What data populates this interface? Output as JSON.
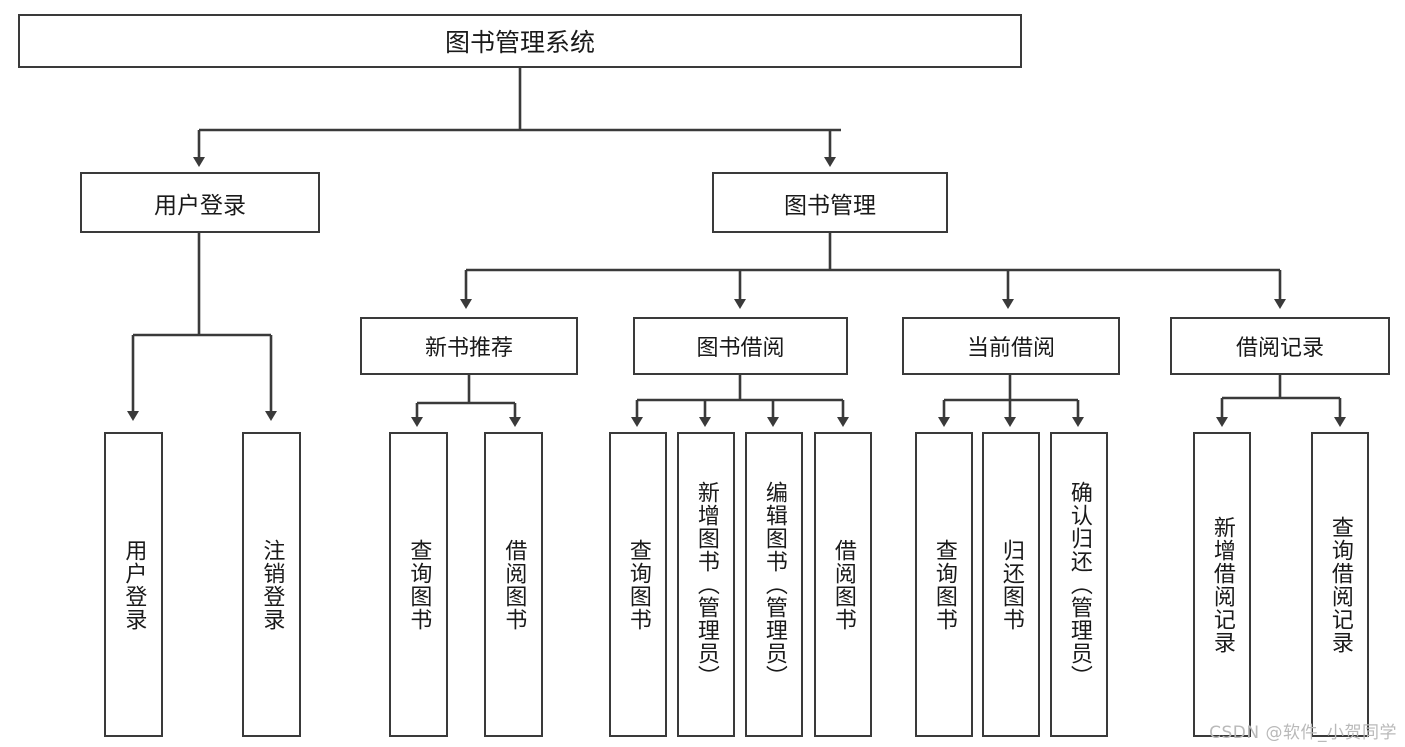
{
  "diagram": {
    "type": "tree-hierarchy",
    "title": "图书管理系统",
    "root": {
      "label": "图书管理系统"
    },
    "level2": [
      {
        "id": "user-login",
        "label": "用户登录"
      },
      {
        "id": "book-management",
        "label": "图书管理"
      }
    ],
    "level3": [
      {
        "id": "new-book-recommend",
        "label": "新书推荐",
        "parent": "book-management"
      },
      {
        "id": "book-borrow",
        "label": "图书借阅",
        "parent": "book-management"
      },
      {
        "id": "current-borrow",
        "label": "当前借阅",
        "parent": "book-management"
      },
      {
        "id": "borrow-record",
        "label": "借阅记录",
        "parent": "book-management"
      }
    ],
    "leaves": [
      {
        "id": "leaf-user-login",
        "label": "用户登录",
        "parent": "user-login"
      },
      {
        "id": "leaf-user-logout",
        "label": "注销登录",
        "parent": "user-login"
      },
      {
        "id": "leaf-query-book-1",
        "label": "查询图书",
        "parent": "new-book-recommend"
      },
      {
        "id": "leaf-borrow-book-1",
        "label": "借阅图书",
        "parent": "new-book-recommend"
      },
      {
        "id": "leaf-query-book-2",
        "label": "查询图书",
        "parent": "book-borrow"
      },
      {
        "id": "leaf-add-book",
        "label": "新增图书（管理员）",
        "parent": "book-borrow"
      },
      {
        "id": "leaf-edit-book",
        "label": "编辑图书（管理员）",
        "parent": "book-borrow"
      },
      {
        "id": "leaf-borrow-book-2",
        "label": "借阅图书",
        "parent": "book-borrow"
      },
      {
        "id": "leaf-query-book-3",
        "label": "查询图书",
        "parent": "current-borrow"
      },
      {
        "id": "leaf-return-book",
        "label": "归还图书",
        "parent": "current-borrow"
      },
      {
        "id": "leaf-confirm-return",
        "label": "确认归还（管理员）",
        "parent": "current-borrow"
      },
      {
        "id": "leaf-add-record",
        "label": "新增借阅记录",
        "parent": "borrow-record"
      },
      {
        "id": "leaf-query-record",
        "label": "查询借阅记录",
        "parent": "borrow-record"
      }
    ],
    "colors": {
      "stroke": "#3a3a3a",
      "background": "#ffffff",
      "text": "#1a1a1a",
      "watermark": "#b9b9b9"
    }
  },
  "watermark": {
    "text": "CSDN @软件_小贺同学"
  }
}
